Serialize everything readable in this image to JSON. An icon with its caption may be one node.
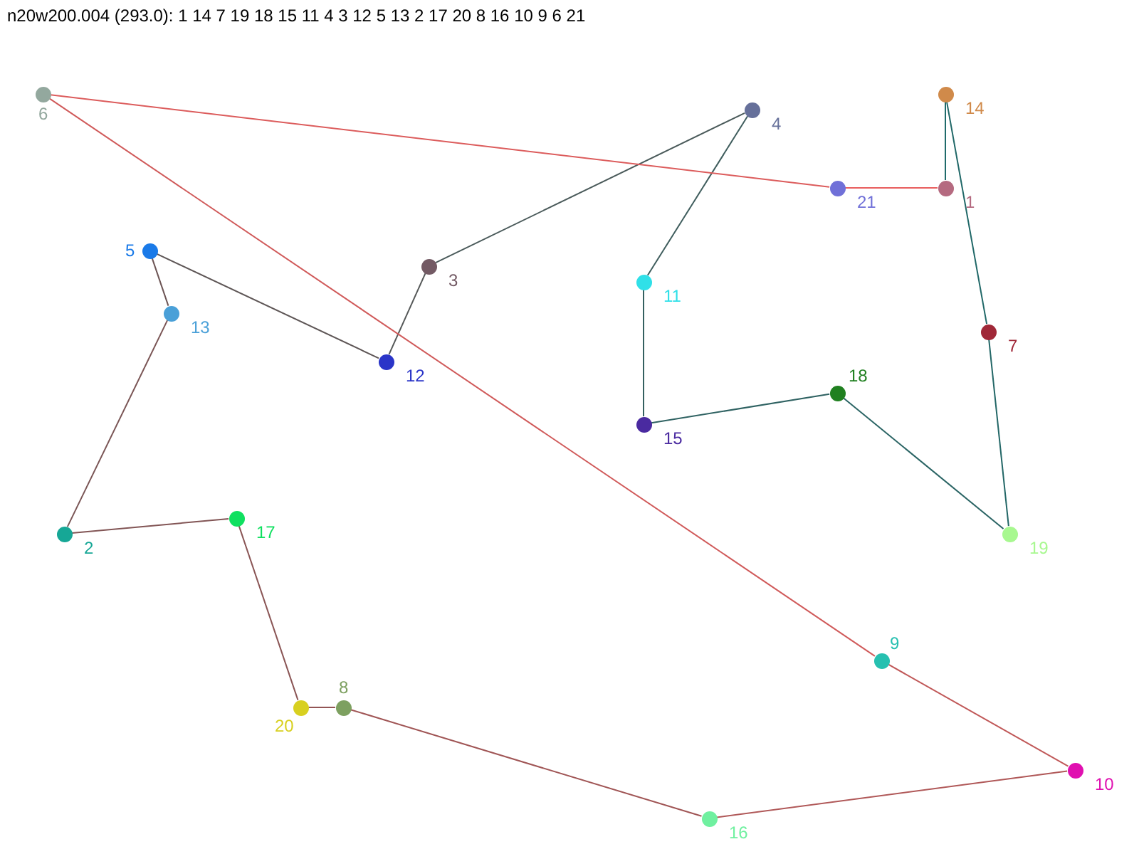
{
  "diagram": {
    "title": "n20w200.004 (293.0): 1 14 7 19 18 15 11 4 3 12 5 13 2 17 20 8 16 10 9 6 21",
    "nodes": [
      {
        "text": [],
        "shape": "circle",
        "beside": [
          "1"
        ]
      },
      {
        "text": [],
        "shape": "circle",
        "beside": [
          "2"
        ]
      },
      {
        "text": [],
        "shape": "circle",
        "beside": [
          "3"
        ]
      },
      {
        "text": [],
        "shape": "circle",
        "beside": [
          "4"
        ]
      },
      {
        "text": [],
        "shape": "circle",
        "beside": [
          "5"
        ]
      },
      {
        "text": [],
        "shape": "circle",
        "beside": [
          "6"
        ]
      },
      {
        "text": [],
        "shape": "circle",
        "beside": [
          "7"
        ]
      },
      {
        "text": [],
        "shape": "circle",
        "beside": [
          "8"
        ]
      },
      {
        "text": [],
        "shape": "circle",
        "beside": [
          "9"
        ]
      },
      {
        "text": [],
        "shape": "circle",
        "beside": [
          "10"
        ]
      },
      {
        "text": [],
        "shape": "circle",
        "beside": [
          "11"
        ]
      },
      {
        "text": [],
        "shape": "circle",
        "beside": [
          "12"
        ]
      },
      {
        "text": [],
        "shape": "circle",
        "beside": [
          "13"
        ]
      },
      {
        "text": [],
        "shape": "circle",
        "beside": [
          "14"
        ]
      },
      {
        "text": [],
        "shape": "circle",
        "beside": [
          "15"
        ]
      },
      {
        "text": [],
        "shape": "circle",
        "beside": [
          "16"
        ]
      },
      {
        "text": [],
        "shape": "circle",
        "beside": [
          "17"
        ]
      },
      {
        "text": [],
        "shape": "circle",
        "beside": [
          "18"
        ]
      },
      {
        "text": [],
        "shape": "circle",
        "beside": [
          "19"
        ]
      },
      {
        "text": [],
        "shape": "circle",
        "beside": [
          "20"
        ]
      },
      {
        "text": [],
        "shape": "circle",
        "beside": [
          "21"
        ]
      }
    ],
    "edges": [
      {
        "from": 0,
        "to": 13,
        "arrow": "none",
        "color": "#1f6b6b"
      },
      {
        "from": 13,
        "to": 6,
        "arrow": "none",
        "color": "#206868"
      },
      {
        "from": 6,
        "to": 18,
        "arrow": "none",
        "color": "#236767"
      },
      {
        "from": 18,
        "to": 17,
        "arrow": "none",
        "color": "#2a6464"
      },
      {
        "from": 17,
        "to": 14,
        "arrow": "none",
        "color": "#2f6262"
      },
      {
        "from": 14,
        "to": 10,
        "arrow": "none",
        "color": "#346060"
      },
      {
        "from": 10,
        "to": 3,
        "arrow": "none",
        "color": "#3f5d5d"
      },
      {
        "from": 3,
        "to": 2,
        "arrow": "none",
        "color": "#4a5a5a"
      },
      {
        "from": 2,
        "to": 11,
        "arrow": "none",
        "color": "#555858"
      },
      {
        "from": 11,
        "to": 4,
        "arrow": "none",
        "color": "#5e5656"
      },
      {
        "from": 4,
        "to": 12,
        "arrow": "none",
        "color": "#6d5555"
      },
      {
        "from": 12,
        "to": 1,
        "arrow": "none",
        "color": "#7a5555"
      },
      {
        "from": 1,
        "to": 16,
        "arrow": "none",
        "color": "#825555"
      },
      {
        "from": 16,
        "to": 19,
        "arrow": "none",
        "color": "#8a5555"
      },
      {
        "from": 19,
        "to": 7,
        "arrow": "none",
        "color": "#925555"
      },
      {
        "from": 7,
        "to": 15,
        "arrow": "none",
        "color": "#a05555"
      },
      {
        "from": 15,
        "to": 9,
        "arrow": "none",
        "color": "#b05858"
      },
      {
        "from": 9,
        "to": 8,
        "arrow": "none",
        "color": "#c05858"
      },
      {
        "from": 8,
        "to": 5,
        "arrow": "none",
        "color": "#d05a5a"
      },
      {
        "from": 5,
        "to": 20,
        "arrow": "none",
        "color": "#dc5c5c"
      },
      {
        "from": 20,
        "to": 0,
        "arrow": "none",
        "color": "#e85e5e"
      }
    ]
  }
}
